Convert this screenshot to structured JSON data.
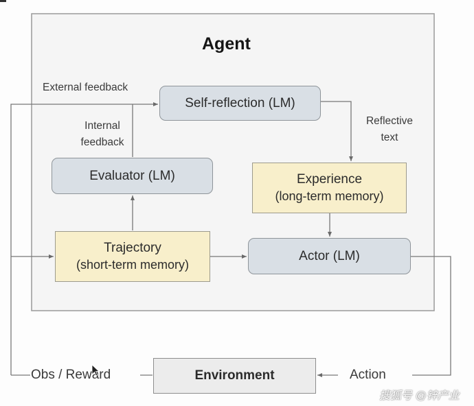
{
  "agent": {
    "title": "Agent"
  },
  "nodes": {
    "self_reflection": "Self-reflection (LM)",
    "evaluator": "Evaluator (LM)",
    "experience": {
      "line1": "Experience",
      "line2": "(long-term memory)"
    },
    "trajectory": {
      "line1": "Trajectory",
      "line2": "(short-term memory)"
    },
    "actor": "Actor (LM)",
    "environment": "Environment"
  },
  "edge_labels": {
    "external_feedback": "External feedback",
    "internal_feedback": {
      "line1": "Internal",
      "line2": "feedback"
    },
    "reflective_text": {
      "line1": "Reflective",
      "line2": "text"
    },
    "obs_reward": "Obs / Reward",
    "action": "Action"
  },
  "watermark": "搜狐号 @锌产业",
  "colors": {
    "lm_fill": "#d9dfe5",
    "memory_fill": "#f8efcb",
    "environment_fill": "#ececec",
    "agent_fill": "#f5f5f5",
    "line": "#707070"
  }
}
